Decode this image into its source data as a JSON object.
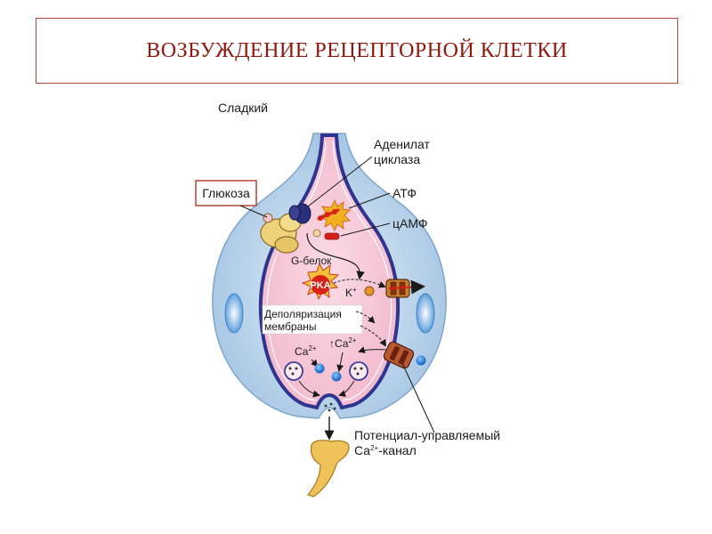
{
  "title": "ВОЗБУЖДЕНИЕ РЕЦЕПТОРНОЙ КЛЕТКИ",
  "labels": {
    "sweet": "Сладкий",
    "glucose": "Глюкоза",
    "adenylate_line1": "Аденилат",
    "adenylate_line2": "циклаза",
    "atp": "АТФ",
    "camp": "цАМФ",
    "g_protein": "G-белок",
    "pka": "PKA",
    "k_ion": "K",
    "k_charge": "+",
    "depol_line1": "Деполяризация",
    "depol_line2": "мембраны",
    "ca_left": "Са",
    "ca_mid": "↑Са",
    "ca_charge": "2+",
    "channel_line1": "Потенциал-управляемый",
    "channel_line2_prefix": "Са",
    "channel_line2_suffix": "-канал"
  },
  "colors": {
    "title": "#8b1a10",
    "cell_outer": "#bcd6ec",
    "cell_inner": "#f6c6d6",
    "membrane": "#3a3f9a",
    "receptor": "#f0d27a",
    "atp_red": "#d8201a",
    "ca_blue": "#1f7fe0"
  }
}
